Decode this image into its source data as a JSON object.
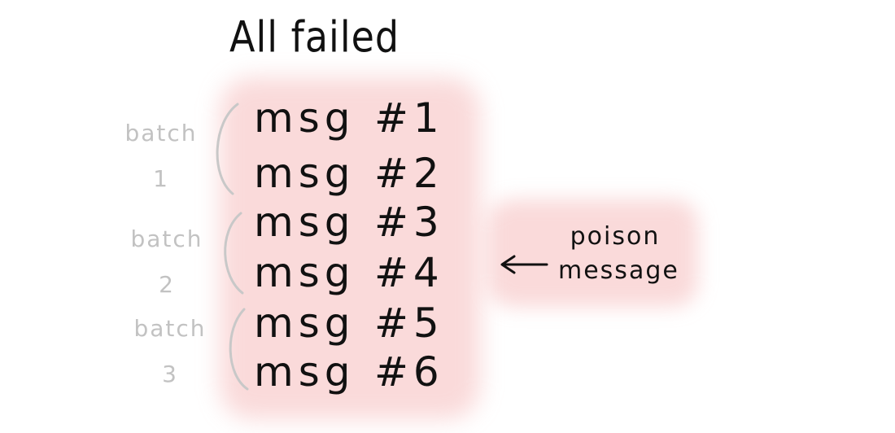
{
  "title": "All failed",
  "messages": [
    {
      "label": "msg",
      "number": "#1"
    },
    {
      "label": "msg",
      "number": "#2"
    },
    {
      "label": "msg",
      "number": "#3"
    },
    {
      "label": "msg",
      "number": "#4"
    },
    {
      "label": "msg",
      "number": "#5"
    },
    {
      "label": "msg",
      "number": "#6"
    }
  ],
  "batches": [
    {
      "word": "batch",
      "number": "1"
    },
    {
      "word": "batch",
      "number": "2"
    },
    {
      "word": "batch",
      "number": "3"
    }
  ],
  "poison": {
    "line1": "poison",
    "line2": "message"
  },
  "colors": {
    "highlight": "#f08c8c",
    "ink": "#111111",
    "faint": "#c2c2c2"
  }
}
